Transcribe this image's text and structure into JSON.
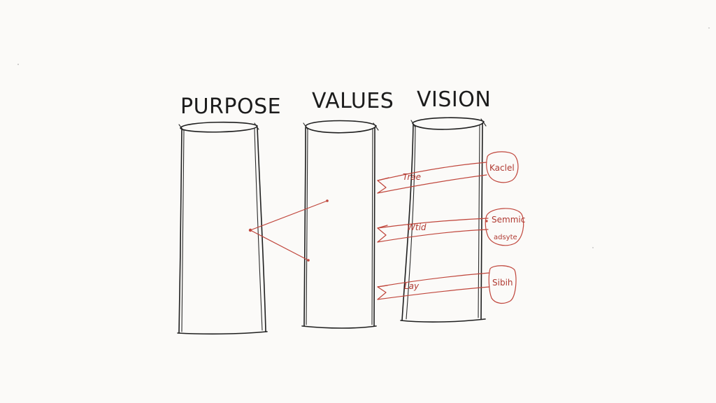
{
  "pillars": [
    {
      "id": "purpose",
      "label": "PURPOSE"
    },
    {
      "id": "values",
      "label": "VALUES"
    },
    {
      "id": "vision",
      "label": "VISION"
    }
  ],
  "arrow_notes": [
    {
      "label": "Trae"
    },
    {
      "label": "Wtid"
    },
    {
      "label": "Lay"
    }
  ],
  "bubbles": [
    {
      "lines": [
        "Kaclel"
      ]
    },
    {
      "lines": [
        "Semmic",
        "adsyte"
      ]
    },
    {
      "lines": [
        "Sibih"
      ]
    }
  ],
  "colors": {
    "ink": "#1f1f1f",
    "annotation_red": "#c0463c",
    "paper": "#fbfaf8"
  }
}
